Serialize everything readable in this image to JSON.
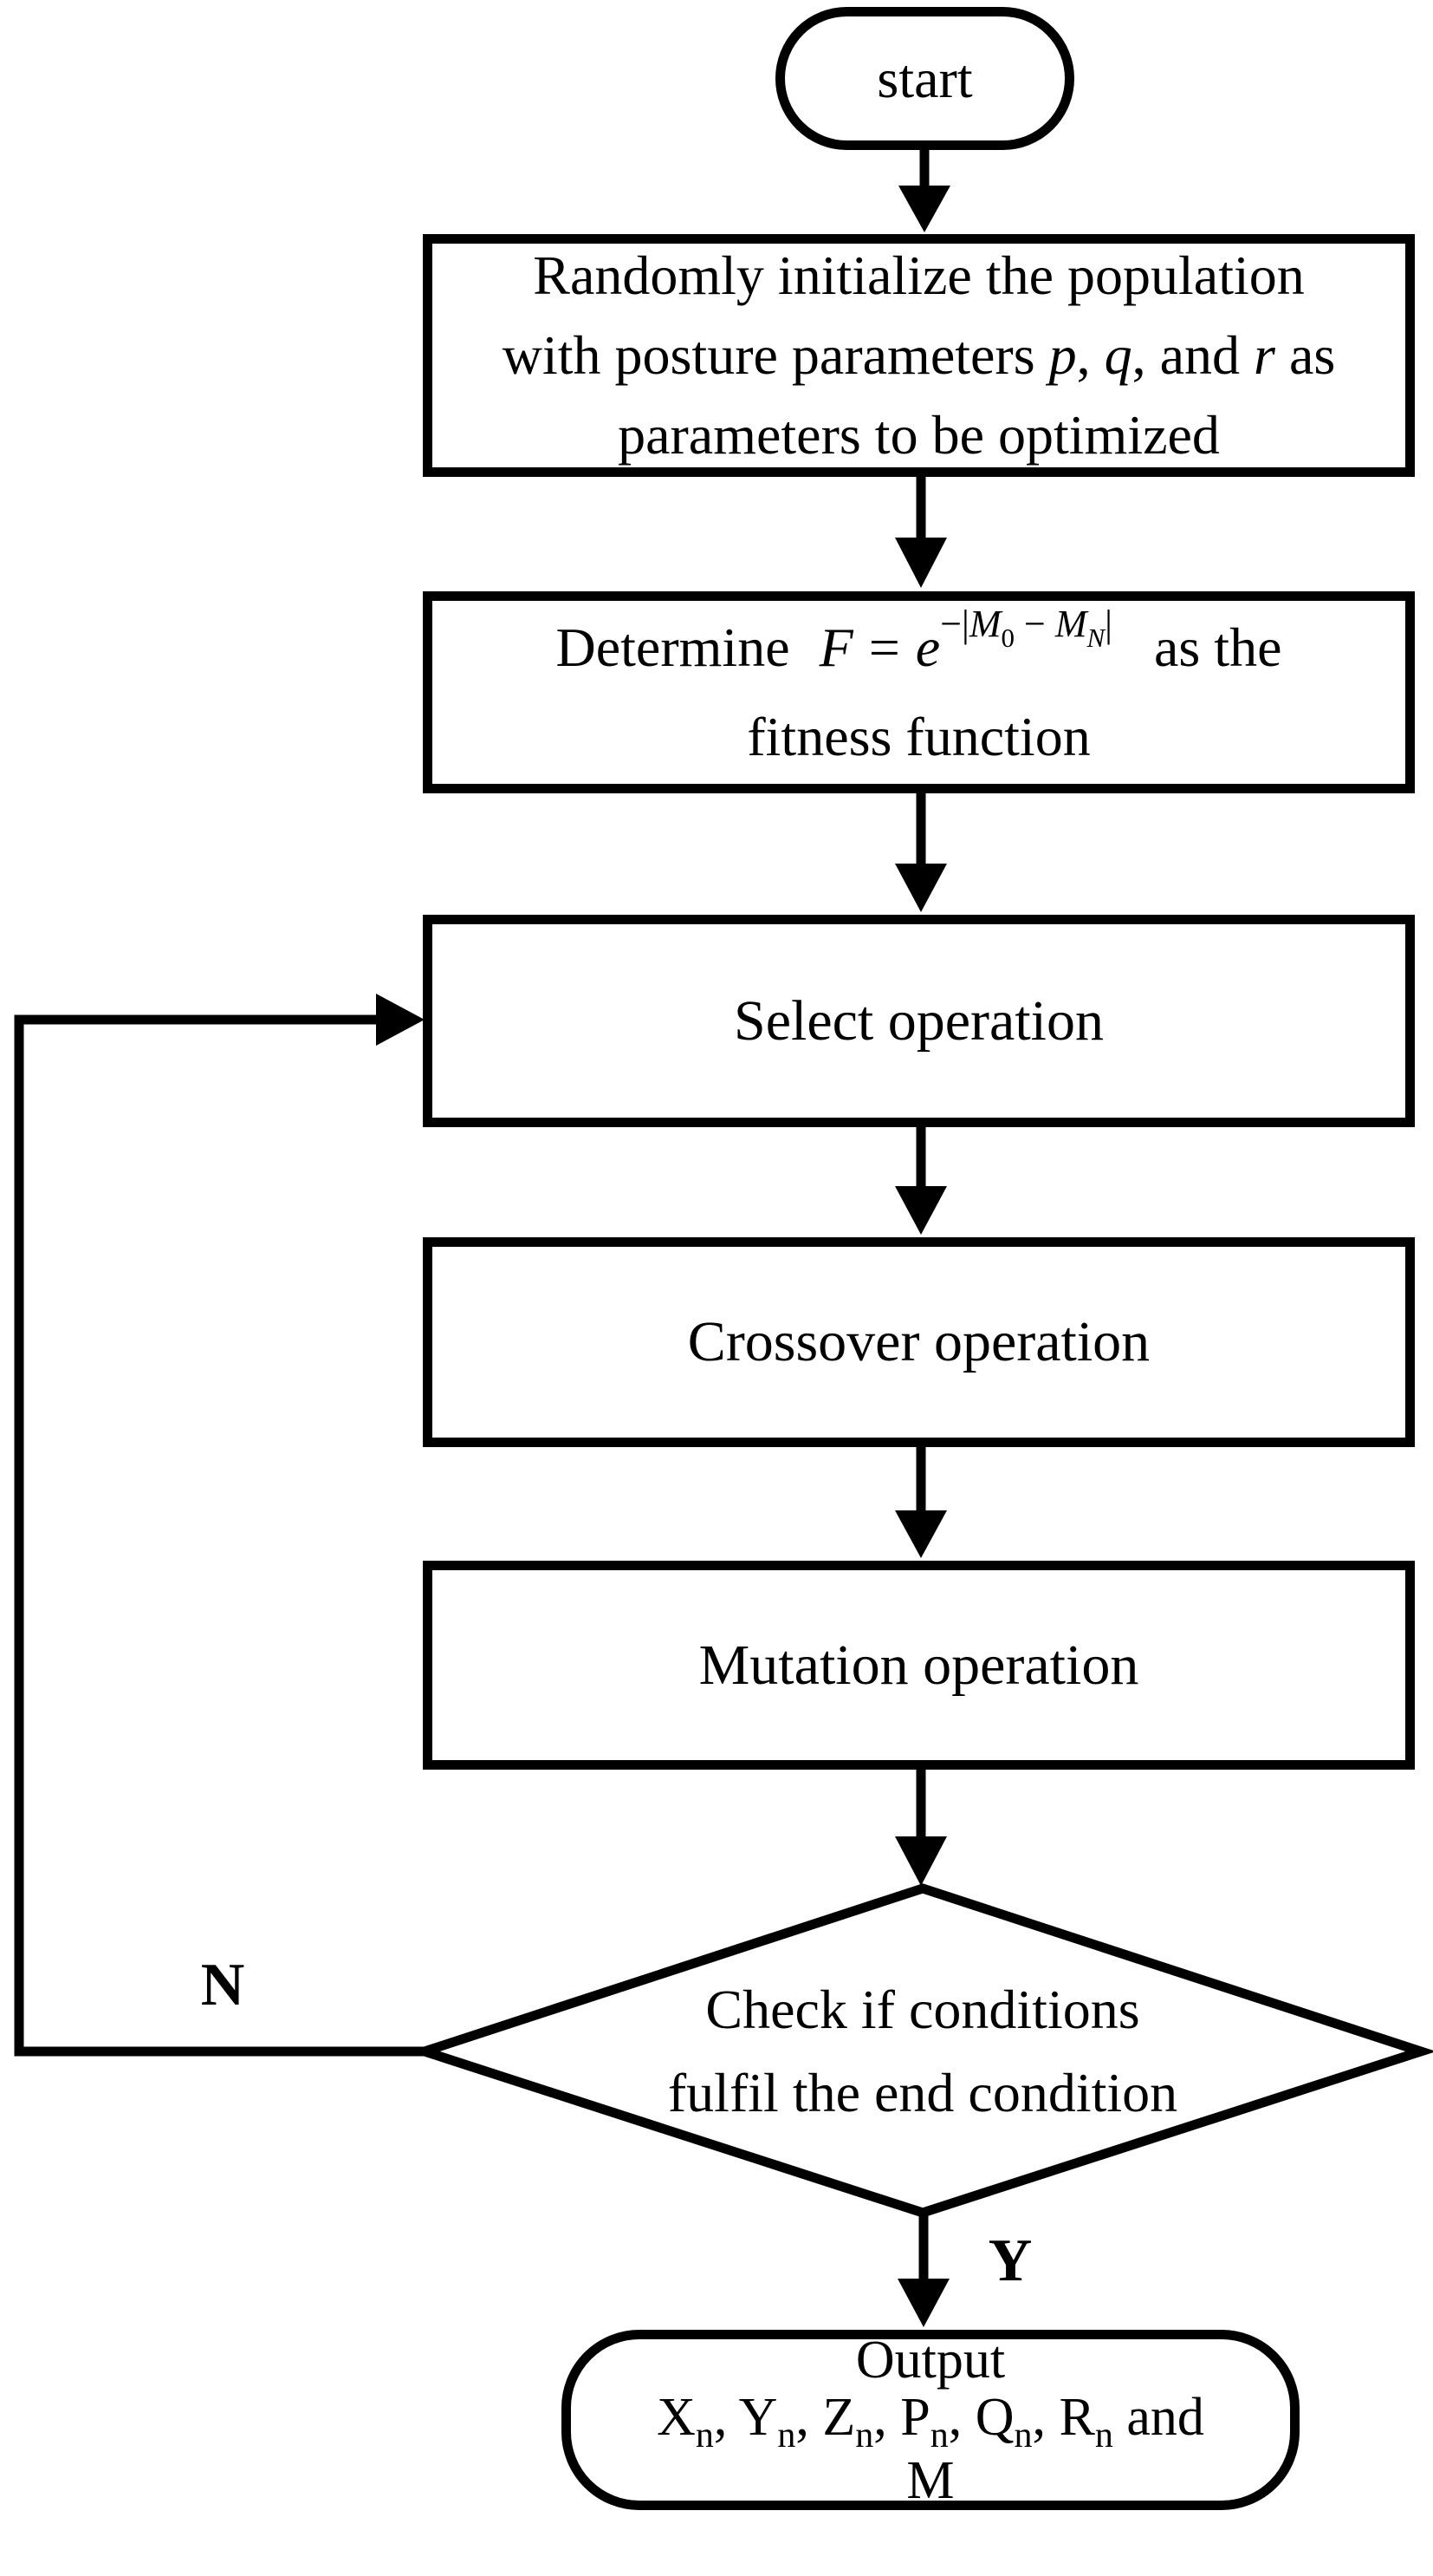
{
  "colors": {
    "ink": "#000000",
    "background": "#ffffff"
  },
  "flowchart": {
    "nodes": {
      "start": {
        "label": "start"
      },
      "init": {
        "line1": "Randomly initialize the population",
        "line2_pre": "with posture parameters ",
        "p": "p",
        "sep1": ", ",
        "q": "q",
        "sep2": ", and ",
        "r": "r",
        "line2_post": " as",
        "line3": "parameters to be optimized"
      },
      "fitness": {
        "determine": "Determine",
        "f": "F",
        "equals": "=",
        "e": "e",
        "exp_open": "−|",
        "m1": "M",
        "m1_sub": "0",
        "exp_minus": " − ",
        "m2": "M",
        "m2_sub": "N",
        "exp_close": "|",
        "suffix": "as the",
        "line2": "fitness function"
      },
      "select": {
        "label": "Select operation"
      },
      "crossover": {
        "label": "Crossover operation"
      },
      "mutation": {
        "label": "Mutation operation"
      },
      "decision": {
        "line1": "Check if conditions",
        "line2": "fulfil the end condition"
      },
      "output": {
        "line1": "Output",
        "vars": [
          {
            "base": "X",
            "sub": "n",
            "sep": ", "
          },
          {
            "base": "Y",
            "sub": "n",
            "sep": ", "
          },
          {
            "base": "Z",
            "sub": "n",
            "sep": ", "
          },
          {
            "base": "P",
            "sub": "n",
            "sep": ", "
          },
          {
            "base": "Q",
            "sub": "n",
            "sep": ", "
          },
          {
            "base": "R",
            "sub": "n",
            "sep": " and"
          }
        ],
        "line3": "M"
      }
    },
    "edges": {
      "no_label": "N",
      "yes_label": "Y"
    }
  }
}
